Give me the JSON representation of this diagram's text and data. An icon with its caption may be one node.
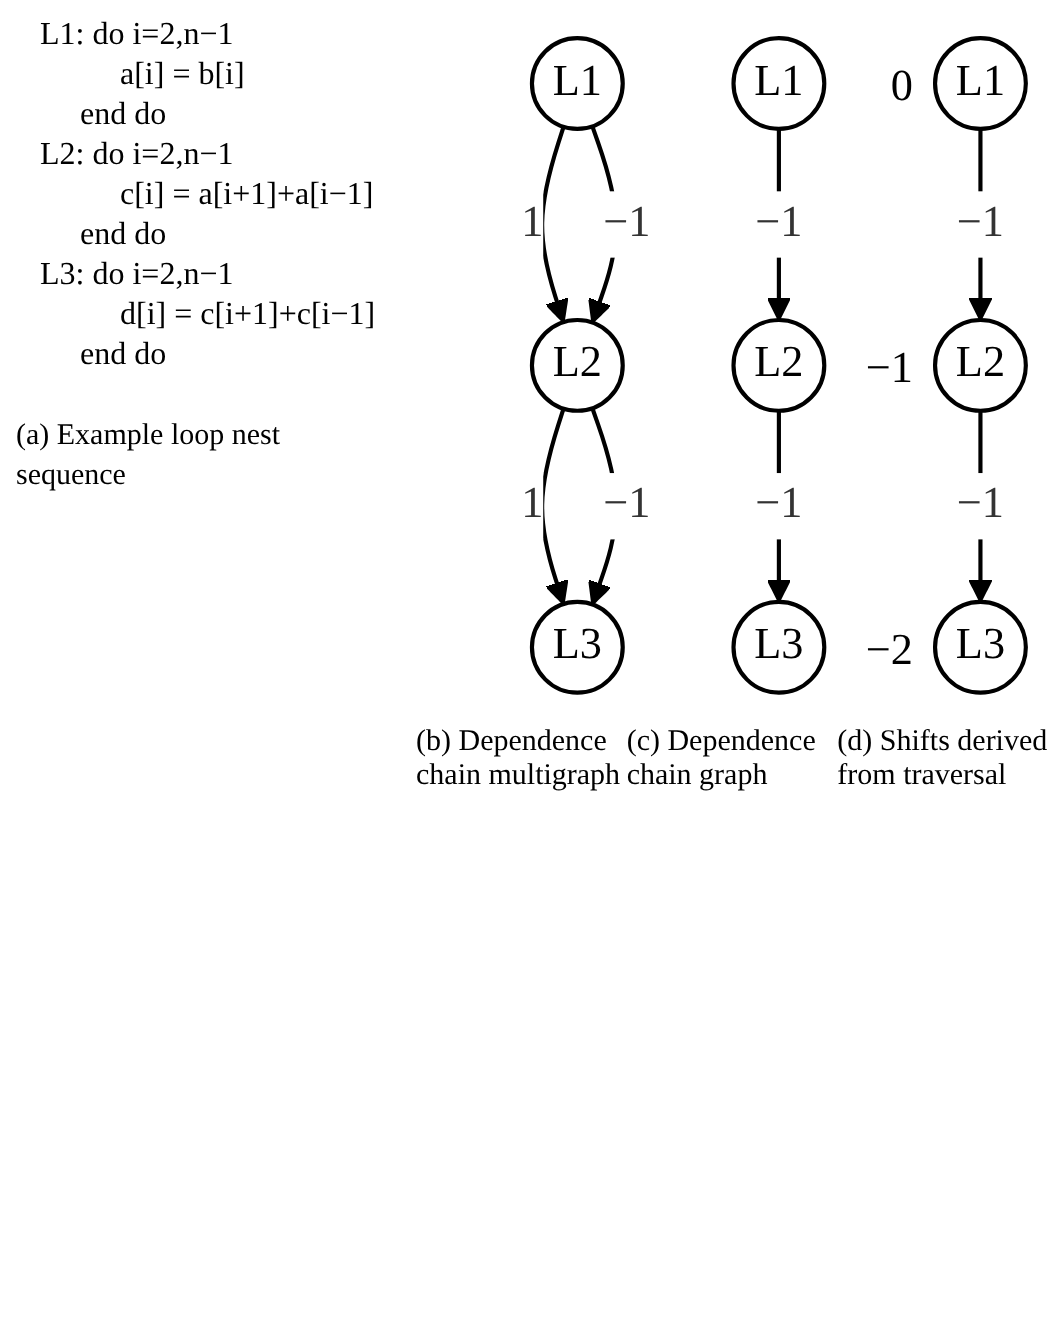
{
  "diagram": {
    "nodes": [
      {
        "text": [
          "L1"
        ]
      },
      {
        "text": [
          "L2"
        ]
      },
      {
        "text": [
          "L3"
        ]
      },
      {
        "text": [
          "L1"
        ]
      },
      {
        "text": [
          "L2"
        ]
      },
      {
        "text": [
          "L3"
        ]
      },
      {
        "text": [
          "L1"
        ],
        "beside": [
          "0"
        ]
      },
      {
        "text": [
          "L2"
        ],
        "beside": [
          "−1"
        ]
      },
      {
        "text": [
          "L3"
        ],
        "beside": [
          "−2"
        ]
      }
    ],
    "edges": [
      {
        "from": 0,
        "to": 1,
        "arrow": "to",
        "label": "1"
      },
      {
        "from": 0,
        "to": 1,
        "arrow": "to",
        "label": "−1"
      },
      {
        "from": 1,
        "to": 2,
        "arrow": "to",
        "label": "1"
      },
      {
        "from": 1,
        "to": 2,
        "arrow": "to",
        "label": "−1"
      },
      {
        "from": 3,
        "to": 4,
        "arrow": "to",
        "label": "−1"
      },
      {
        "from": 4,
        "to": 5,
        "arrow": "to",
        "label": "−1"
      },
      {
        "from": 6,
        "to": 7,
        "arrow": "to",
        "label": "−1"
      },
      {
        "from": 7,
        "to": 8,
        "arrow": "to",
        "label": "−1"
      }
    ],
    "labels": [
      "L1: do i=2,n−1",
      "a[i] = b[i]",
      "end do",
      "L2: do i=2,n−1",
      "c[i] = a[i+1]+a[i−1]",
      "end do",
      "L3: do i=2,n−1",
      "d[i] = c[i+1]+c[i−1]",
      "end do",
      "(a) Example loop nest sequence",
      "(b) Dependence chain multigraph",
      "(c) Dependence chain graph",
      "(d) Shifts derived from traversal"
    ]
  }
}
